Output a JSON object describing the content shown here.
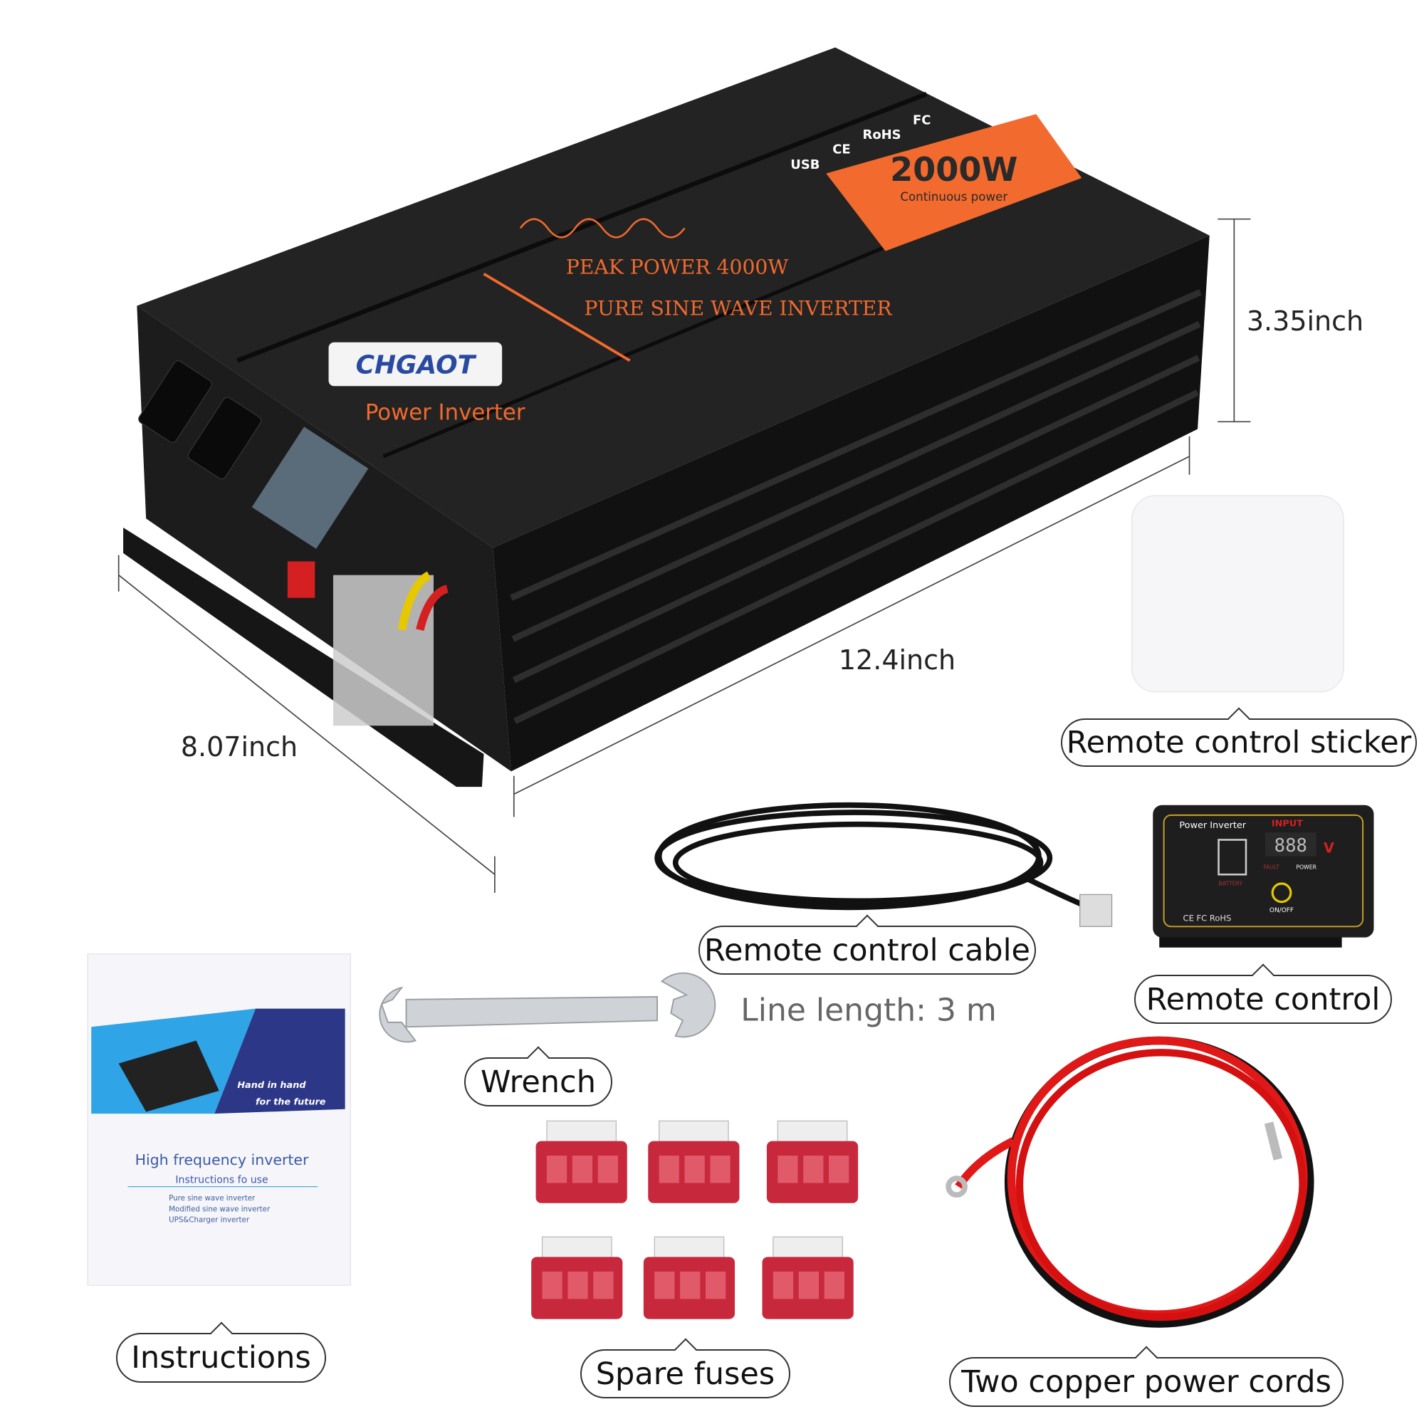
{
  "inverter": {
    "brand": "CHGAOT",
    "product_label": "Power Inverter",
    "peak_power": "PEAK POWER 4000W",
    "wave_type": "PURE SINE WAVE INVERTER",
    "rated_power": "2000W",
    "rated_power_caption": "Continuous power",
    "cert_marks": [
      "USB",
      "CE",
      "RoHS",
      "FC"
    ],
    "label_color": "#f26a2e"
  },
  "dimensions": {
    "height": "3.35inch",
    "length": "12.4inch",
    "width": "8.07inch"
  },
  "accessories": {
    "sticker": "Remote control sticker",
    "cable": "Remote control cable",
    "cable_length": "Line length: 3 m",
    "remote": "Remote control",
    "wrench": "Wrench",
    "instructions": "Instructions",
    "fuses": "Spare fuses",
    "cords": "Two copper power cords"
  },
  "remote_panel": {
    "title": "Power Inverter",
    "input": "INPUT",
    "digits": "888",
    "unit": "V",
    "fault": "FAULT",
    "power": "POWER",
    "battery": "BATTERY",
    "onoff": "ON/OFF",
    "marks": "CE  FC  RoHS"
  },
  "booklet": {
    "slogan_1": "Hand in hand",
    "slogan_2": "for the future",
    "title": "High frequency inverter",
    "subtitle": "Instructions fo use",
    "options": [
      "Pure sine wave inverter",
      "Modified sine wave inverter",
      "UPS&Charger inverter"
    ]
  }
}
